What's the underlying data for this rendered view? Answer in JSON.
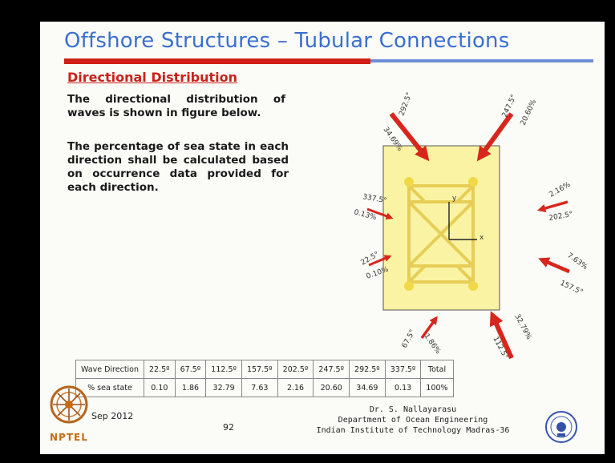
{
  "slide": {
    "title": "Offshore Structures – Tubular Connections",
    "subtitle": "Directional Distribution",
    "paragraph_1": "The directional distribution of waves is shown in figure below.",
    "paragraph_2": "The percentage of sea state in each direction shall be calculated based on occurrence data provided for each direction."
  },
  "figure": {
    "axis_x": "x",
    "axis_y": "y",
    "arrows": [
      {
        "direction": "292.5°",
        "percent": "34.69%"
      },
      {
        "direction": "247.5°",
        "percent": "20.60%"
      },
      {
        "direction": "337.5°",
        "percent": "0.13%"
      },
      {
        "direction": "202.5°",
        "percent": "2.16%"
      },
      {
        "direction": "22.5°",
        "percent": "0.10%"
      },
      {
        "direction": "157.5°",
        "percent": "7.63%"
      },
      {
        "direction": "67.5°",
        "percent": "1.86%"
      },
      {
        "direction": "112.5°",
        "percent": "32.79%"
      }
    ]
  },
  "table": {
    "row1_header": "Wave Direction",
    "row2_header": "% sea state",
    "directions": [
      "22.5º",
      "67.5º",
      "112.5º",
      "157.5º",
      "202.5º",
      "247.5º",
      "292.5º",
      "337.5º"
    ],
    "values": [
      "0.10",
      "1.86",
      "32.79",
      "7.63",
      "2.16",
      "20.60",
      "34.69",
      "0.13"
    ],
    "total_label": "Total",
    "total_value": "100%"
  },
  "footer": {
    "date": "Sep 2012",
    "page": "92",
    "author": "Dr. S. Nallayarasu",
    "department": "Department of Ocean Engineering",
    "institute": "Indian Institute of Technology Madras-36",
    "logo_text": "NPTEL"
  },
  "colors": {
    "title_blue": "#3b6fd0",
    "accent_red": "#cf1f16",
    "platform_yellow": "#fbf3a4",
    "arrow_red": "#d8261c"
  }
}
